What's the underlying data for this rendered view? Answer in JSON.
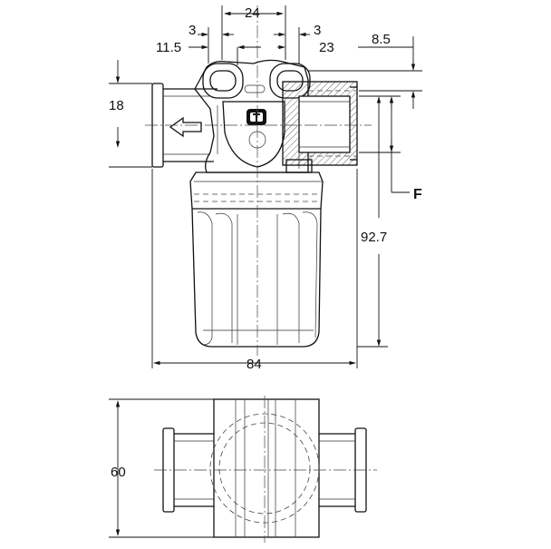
{
  "dimensions": {
    "d_24": "24",
    "d_3_left": "3",
    "d_3_right": "3",
    "d_11_5": "11.5",
    "d_23": "23",
    "d_8_5": "8.5",
    "d_18": "18",
    "d_f": "F",
    "d_92_7": "92.7",
    "d_84": "84",
    "d_60": "60"
  },
  "icons": {
    "flow_arrow": "flow-direction-arrow-icon",
    "logo": "brand-logo-icon"
  },
  "colors": {
    "line": "#111111",
    "background": "#ffffff"
  }
}
